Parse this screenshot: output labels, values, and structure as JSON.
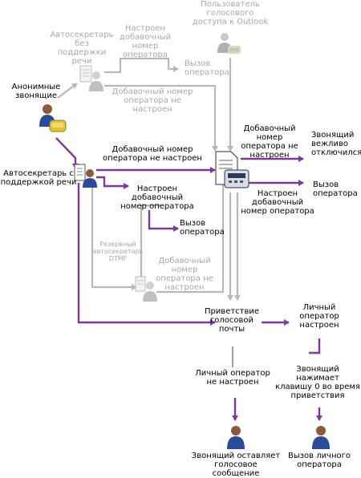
{
  "labels": {
    "outlook_user": "Пользователь голосового\nдоступа к Outlook",
    "aa_no_speech": "Автосекретарь\nбез поддержки\nречи",
    "ext_set_1": "Настроен\nдобавочный\nномер\nоператора",
    "call_operator_1": "Вызов\nоператора",
    "ext_not_set_1": "Добавочный номер\nоператора не настроен",
    "anonymous": "Анонимные\nзвонящие",
    "ext_not_set_top": "Добавочный номер\nоператора не\nнастроен",
    "caller_disconnected": "Звонящий\nвежливо\nотключился",
    "ext_not_set_2": "Добавочный номер\nоператора не настроен",
    "aa_speech": "Автосекретарь с\nподдержкой речи",
    "call_operator_right": "Вызов\nоператора",
    "ext_set_right": "Настроен\nдобавочный\nномер оператора",
    "ext_set_2": "Настроен\nдобавочный\nномер оператора",
    "call_operator_2": "Вызов\nоператора",
    "backup_aa": "Резервный\nавтосекретарь\nDTMF",
    "ext_not_set_3": "Добавочный номер\nоператора не\nнастроен",
    "voicemail_greeting": "Приветствие\nголосовой\nпочты",
    "personal_op_set": "Личный\nоператор\nнастроен",
    "personal_op_not_set": "Личный оператор\nне настроен",
    "caller_presses_0": "Звонящий нажимает\nклавишу 0 во время\nприветствия",
    "caller_leaves_message": "Звонящий оставляет\nголосовое сообщение",
    "call_personal_op": "Вызов личного\nоператора"
  },
  "colors": {
    "primary_flow": "#7a3a9a",
    "secondary_flow": "#b8b8b8",
    "text": "#000000",
    "text_muted": "#a8a8a8"
  }
}
